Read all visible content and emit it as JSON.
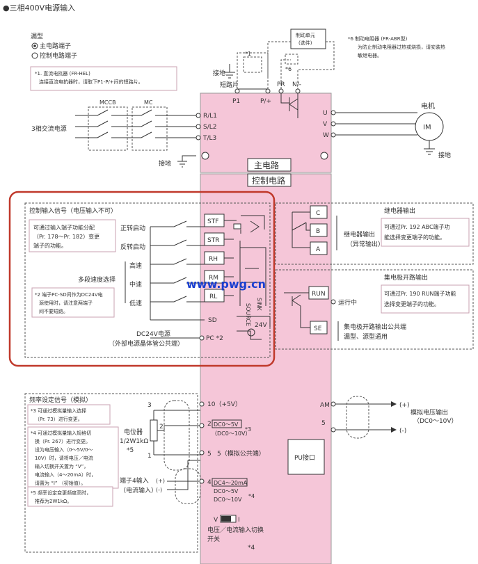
{
  "title": "●三相400V电源输入",
  "legend": {
    "heading": "漏型",
    "main_terminal": "主电路端子",
    "control_terminal": "控制电路端子"
  },
  "note1": [
    "*1. 直流电抗器 (FR-HEL)",
    "连接直流电抗器时，请取下P1-P/+间的短路片。"
  ],
  "brake_unit": [
    "制动单元",
    "(选件)"
  ],
  "note6": [
    "*6  制动电阻器 (FR-ABR型)",
    "为防止制动电阻器过热或烧损，请安装热",
    "敏继电器。"
  ],
  "top_labels": {
    "star1": "*1",
    "star6": "*6",
    "ground": "接地",
    "short_piece": "短路片",
    "p1": "P1",
    "p_plus": "P/+",
    "pr": "PR",
    "n_minus": "N/-"
  },
  "mccb": "MCCB",
  "mc": "MC",
  "power_source": "3相交流电源",
  "ground_left": "接地",
  "inputs": [
    "R/L1",
    "S/L2",
    "T/L3"
  ],
  "outputs": [
    "U",
    "V",
    "W"
  ],
  "motor": {
    "label": "电机",
    "name": "IM",
    "ground": "接地"
  },
  "main_circuit": "主电路",
  "control_circuit": "控制电路",
  "control_input": {
    "heading": "控制输入信号（电压输入不可）",
    "note": [
      "可通过输入端子功能分配",
      "（Pr. 178～Pr. 182）变更",
      "端子的功能。"
    ],
    "fwd": "正转启动",
    "rev": "反转启动",
    "multi_speed": "多段速度选择",
    "high": "高速",
    "mid": "中速",
    "low": "低速",
    "note2": [
      "*2  端子PC-SD间作为DC24V电",
      "源使用时，请注意两端子",
      "间不要短路。"
    ],
    "dc24_label": [
      "DC24V电源",
      "（外部电源晶体管公共端）"
    ]
  },
  "terminals": [
    "STF",
    "STR",
    "RH",
    "RM",
    "RL",
    "SD",
    "PC *2"
  ],
  "source_sink": {
    "source": "SOURCE",
    "sink": "SINK",
    "v24": "24V"
  },
  "watermark": "www.pwg.cn",
  "relay": {
    "terminals": [
      "C",
      "B",
      "A"
    ],
    "heading": "继电器输出",
    "label": [
      "继电器输出",
      "（异常输出）"
    ],
    "note": [
      "可通过Pr. 192 ABC端子功",
      "能选择变更端子的功能。"
    ]
  },
  "collector": {
    "heading": "集电极开路输出",
    "terminal": "RUN",
    "running": "运行中",
    "se": "SE",
    "note": [
      "可通过Pr. 190 RUN端子功能",
      "选择变更端子的功能。"
    ],
    "common": [
      "集电极开路输出公共端",
      "漏型、源型通用"
    ]
  },
  "freq": {
    "heading": "频率设定信号（模拟）",
    "note3": [
      "*3  可通过模拟量输入选择",
      "（Pr. 73）进行变更。"
    ],
    "note4": [
      "*4  可通过模拟量输入规格切",
      "换（Pr. 267）进行变更。",
      "设为电压输入（0～5V/0～",
      "10V）时，请将电压／电流",
      "输入切换开关置为 “V”，",
      "电流输入（4～20mA）时，",
      "请置为 “I” （初始值）。"
    ],
    "note5": [
      "*5  频率设定变更频度高时，",
      "推荐为2W1kΩ。"
    ],
    "pot_label": [
      "电位器",
      "1/2W1kΩ",
      "*5"
    ],
    "pot_nums": [
      "3",
      "2",
      "1"
    ],
    "t10": "10（+5V）",
    "t2a": "DC0～5V",
    "t2b": "（DC0～10V）",
    "t2num": "2",
    "star3": "*3",
    "t5": "5（模拟公共端）",
    "t5num": "5",
    "t4num": "4",
    "t4a": "DC4～20mA",
    "t4b": "DC0～5V",
    "t4c": "DC0～10V",
    "star4": "*4",
    "term4_input": [
      "端子4输入",
      "（电流输入）"
    ],
    "plus": "(+)",
    "minus": "(-)",
    "switch": [
      "V",
      "I"
    ],
    "switch_label": [
      "电压／电流输入切换",
      "开关",
      "*4"
    ]
  },
  "analog_out": {
    "am": "AM",
    "five": "5",
    "plus": "(+)",
    "minus": "(-)",
    "label": [
      "模拟电压输出",
      "（DC0～10V）"
    ]
  },
  "pu": "PU接口"
}
